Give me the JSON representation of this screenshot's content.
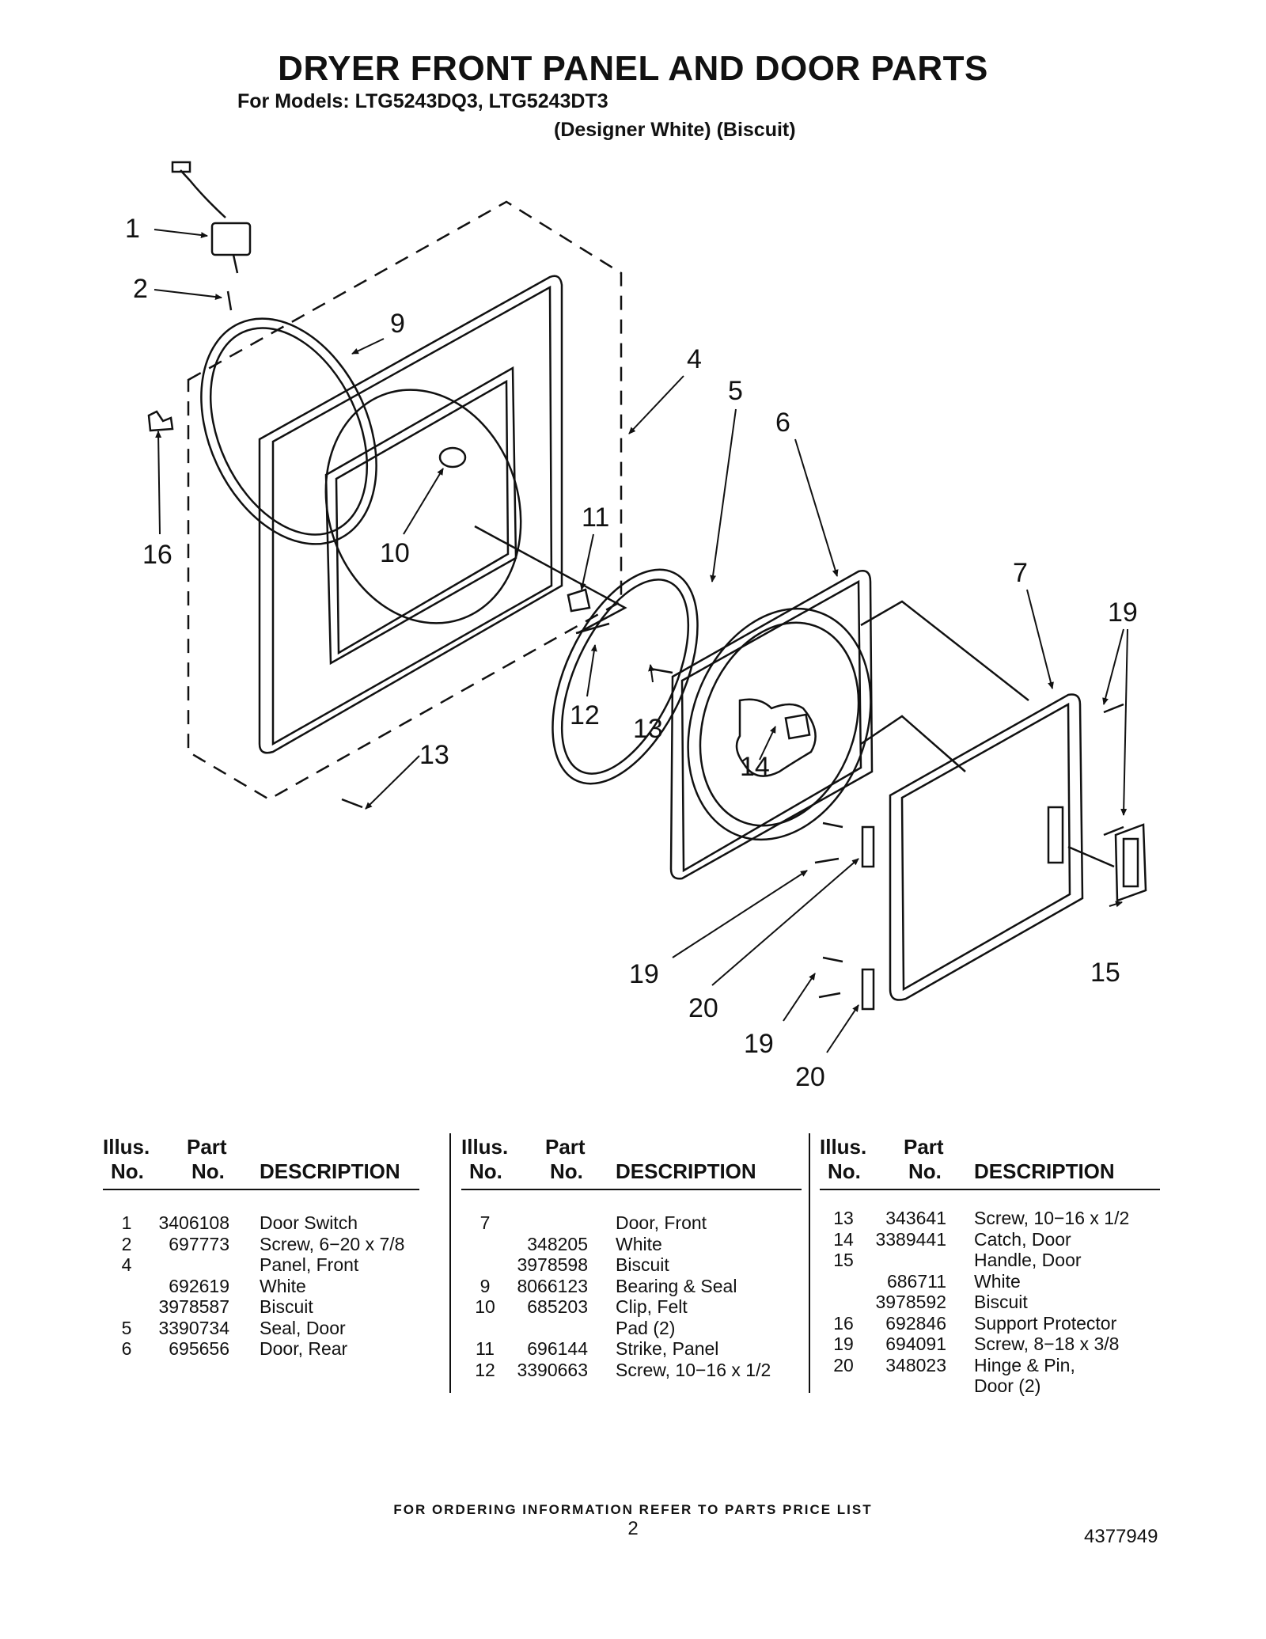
{
  "header": {
    "title": "DRYER FRONT PANEL AND DOOR PARTS",
    "models_line": "For Models: LTG5243DQ3, LTG5243DT3",
    "colors_line": "(Designer White)  (Biscuit)"
  },
  "diagram": {
    "callouts": [
      "1",
      "2",
      "9",
      "4",
      "5",
      "6",
      "16",
      "10",
      "11",
      "7",
      "19",
      "12",
      "13",
      "13",
      "14",
      "19",
      "20",
      "15",
      "19",
      "20"
    ]
  },
  "table": {
    "headers": {
      "illus_line1": "Illus.",
      "illus_line2": "No.",
      "part_line1": "Part",
      "part_line2": "No.",
      "description": "DESCRIPTION"
    },
    "columns": [
      [
        {
          "illus": "1",
          "part": "3406108",
          "desc": "Door Switch"
        },
        {
          "illus": "2",
          "part": "697773",
          "desc": "Screw, 6−20 x 7/8"
        },
        {
          "illus": "4",
          "part": "",
          "desc": "Panel, Front"
        },
        {
          "illus": "",
          "part": "692619",
          "desc": "White"
        },
        {
          "illus": "",
          "part": "3978587",
          "desc": "Biscuit"
        },
        {
          "illus": "5",
          "part": "3390734",
          "desc": "Seal, Door"
        },
        {
          "illus": "6",
          "part": "695656",
          "desc": "Door, Rear"
        }
      ],
      [
        {
          "illus": "7",
          "part": "",
          "desc": "Door, Front"
        },
        {
          "illus": "",
          "part": "348205",
          "desc": "White"
        },
        {
          "illus": "",
          "part": "3978598",
          "desc": "Biscuit"
        },
        {
          "illus": "9",
          "part": "8066123",
          "desc": "Bearing & Seal"
        },
        {
          "illus": "10",
          "part": "685203",
          "desc": "Clip, Felt"
        },
        {
          "illus": "",
          "part": "",
          "desc": "Pad (2)"
        },
        {
          "illus": "11",
          "part": "696144",
          "desc": "Strike, Panel"
        },
        {
          "illus": "12",
          "part": "3390663",
          "desc": "Screw, 10−16 x 1/2"
        }
      ],
      [
        {
          "illus": "13",
          "part": "343641",
          "desc": "Screw, 10−16 x 1/2"
        },
        {
          "illus": "14",
          "part": "3389441",
          "desc": "Catch, Door"
        },
        {
          "illus": "15",
          "part": "",
          "desc": "Handle, Door"
        },
        {
          "illus": "",
          "part": "686711",
          "desc": "White"
        },
        {
          "illus": "",
          "part": "3978592",
          "desc": "Biscuit"
        },
        {
          "illus": "16",
          "part": "692846",
          "desc": "Support Protector"
        },
        {
          "illus": "19",
          "part": "694091",
          "desc": "Screw, 8−18 x 3/8"
        },
        {
          "illus": "20",
          "part": "348023",
          "desc": "Hinge & Pin,"
        },
        {
          "illus": "",
          "part": "",
          "desc": "Door (2)"
        }
      ]
    ]
  },
  "footer": {
    "ordering_note": "FOR ORDERING INFORMATION REFER TO PARTS PRICE LIST",
    "page_number": "2",
    "doc_number": "4377949"
  }
}
